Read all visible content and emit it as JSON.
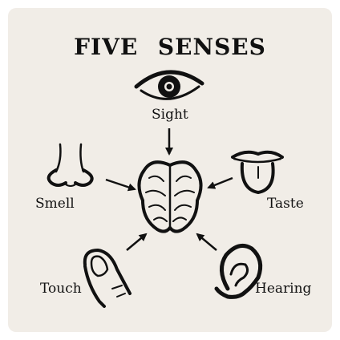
{
  "title": "FIVE SENSES",
  "center": {
    "name": "brain-icon"
  },
  "senses": [
    {
      "label": "Sight",
      "icon": "eye-icon"
    },
    {
      "label": "Smell",
      "icon": "nose-icon"
    },
    {
      "label": "Taste",
      "icon": "tongue-icon"
    },
    {
      "label": "Touch",
      "icon": "finger-icon"
    },
    {
      "label": "Hearing",
      "icon": "ear-icon"
    }
  ],
  "colors": {
    "background": "#f1ede7",
    "ink": "#111111"
  }
}
